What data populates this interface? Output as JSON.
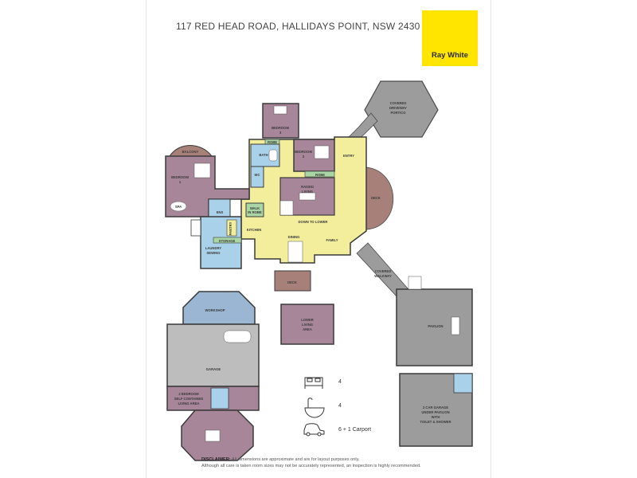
{
  "header": {
    "address": "117 RED HEAD ROAD, HALLIDAYS POINT, NSW 2430",
    "brand": "Ray White",
    "brand_color": "#ffe500"
  },
  "rooms": {
    "balcony": "BALCONY",
    "bedroom1": [
      "BEDROOM",
      "1"
    ],
    "spa": "SPA",
    "ens": "ENS",
    "walk_in_robe": [
      "WALK",
      "IN ROBE"
    ],
    "pantry": "PANTRY",
    "laundry": [
      "LAUNDRY",
      "SEWING"
    ],
    "storage": "STORAGE",
    "kitchen": "KITCHEN",
    "dining": "DINING",
    "family": "FAMILY",
    "bedroom3": [
      "BEDROOM",
      "3"
    ],
    "robe_top": "ROBE",
    "bath": "BATH",
    "wc": "WC",
    "bedroom2": [
      "BEDROOM",
      "2"
    ],
    "robe_mid": "ROBE",
    "entry": "ENTRY",
    "raised_living": [
      "RAISED",
      "LIVING"
    ],
    "down_to_lower": "DOWN TO LOWER",
    "deck_right": "DECK",
    "deck_bottom": "DECK",
    "portico": [
      "COVERED",
      "DRIVEWAY",
      "PORTICO"
    ],
    "walkway": [
      "COVERED",
      "WALKWAY"
    ],
    "pavilion": "PAVILION",
    "lower_living": [
      "LOWER",
      "LIVING",
      "AREA"
    ],
    "workshop": "WORKSHOP",
    "garage": "GARAGE",
    "self_contained": [
      "2 BEDROOM",
      "SELF CONTAINED",
      "LIVING AREA"
    ],
    "car_garage": [
      "2 CAR GARAGE",
      "UNDER PAVILION",
      "WITH",
      "TOILET & SHOWER"
    ]
  },
  "legend": [
    {
      "icon": "bed-icon",
      "value": "4"
    },
    {
      "icon": "bath-icon",
      "value": "4"
    },
    {
      "icon": "car-icon",
      "value": "6 + 1 Carport"
    }
  ],
  "disclaimer": {
    "title": "DISCLAIMER:",
    "line1": "All dimensions are approximate and are for layout purposes only.",
    "line2": "Although all care is taken room sizes may not be accurately represented, an inspection is highly recommended."
  },
  "colors": {
    "bedroom": "#a7869a",
    "living": "#f3ee9b",
    "wet": "#a9d1ea",
    "deck": "#a8807a",
    "grey": "#9c9c9c",
    "robe": "#a9d6a4",
    "workshop": "#9ab6d2"
  }
}
